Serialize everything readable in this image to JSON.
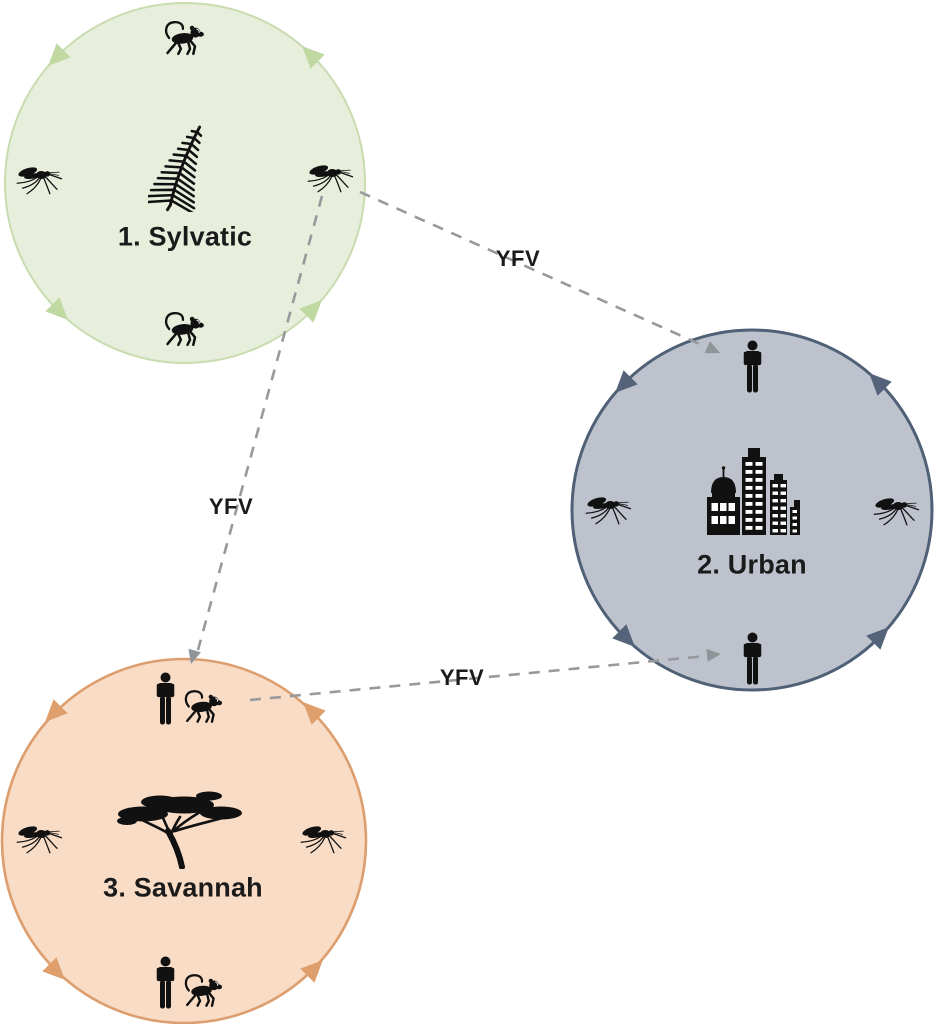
{
  "figure": {
    "name": "Yellow fever virus transmission cycles diagram",
    "background": "#ffffff",
    "text_color": "#1b1b1b"
  },
  "cycles": {
    "sylvatic": {
      "label": "1. Sylvatic",
      "fill": "#e7efdc",
      "border": "#c8dcb0",
      "arrow": "#c0d9a2",
      "center_icon": "fern-leaf-icon",
      "top_icon": "monkey-icon",
      "bottom_icon": "monkey-icon",
      "left_icon": "mosquito-icon",
      "right_icon": "mosquito-icon"
    },
    "urban": {
      "label": "2. Urban",
      "fill": "#bdc2cc",
      "border": "#4f6077",
      "arrow": "#546379",
      "center_icon": "city-buildings-icon",
      "top_icon": "person-icon",
      "bottom_icon": "person-icon",
      "left_icon": "mosquito-icon",
      "right_icon": "mosquito-icon"
    },
    "savannah": {
      "label": "3. Savannah",
      "fill": "#f8dcc6",
      "border": "#dc9e6e",
      "arrow": "#de9f6c",
      "center_icon": "acacia-tree-icon",
      "top_icons": [
        "person-icon",
        "monkey-icon"
      ],
      "bottom_icons": [
        "person-icon",
        "monkey-icon"
      ],
      "left_icon": "mosquito-icon",
      "right_icon": "mosquito-icon"
    }
  },
  "links": {
    "sylvatic_to_urban": {
      "label": "YFV"
    },
    "sylvatic_to_savannah": {
      "label": "YFV"
    },
    "savannah_to_urban": {
      "label": "YFV"
    },
    "style": {
      "color": "#97999c",
      "arrow_color": "#8f9499",
      "dash": "11 9"
    }
  },
  "icon_color": "#111111"
}
